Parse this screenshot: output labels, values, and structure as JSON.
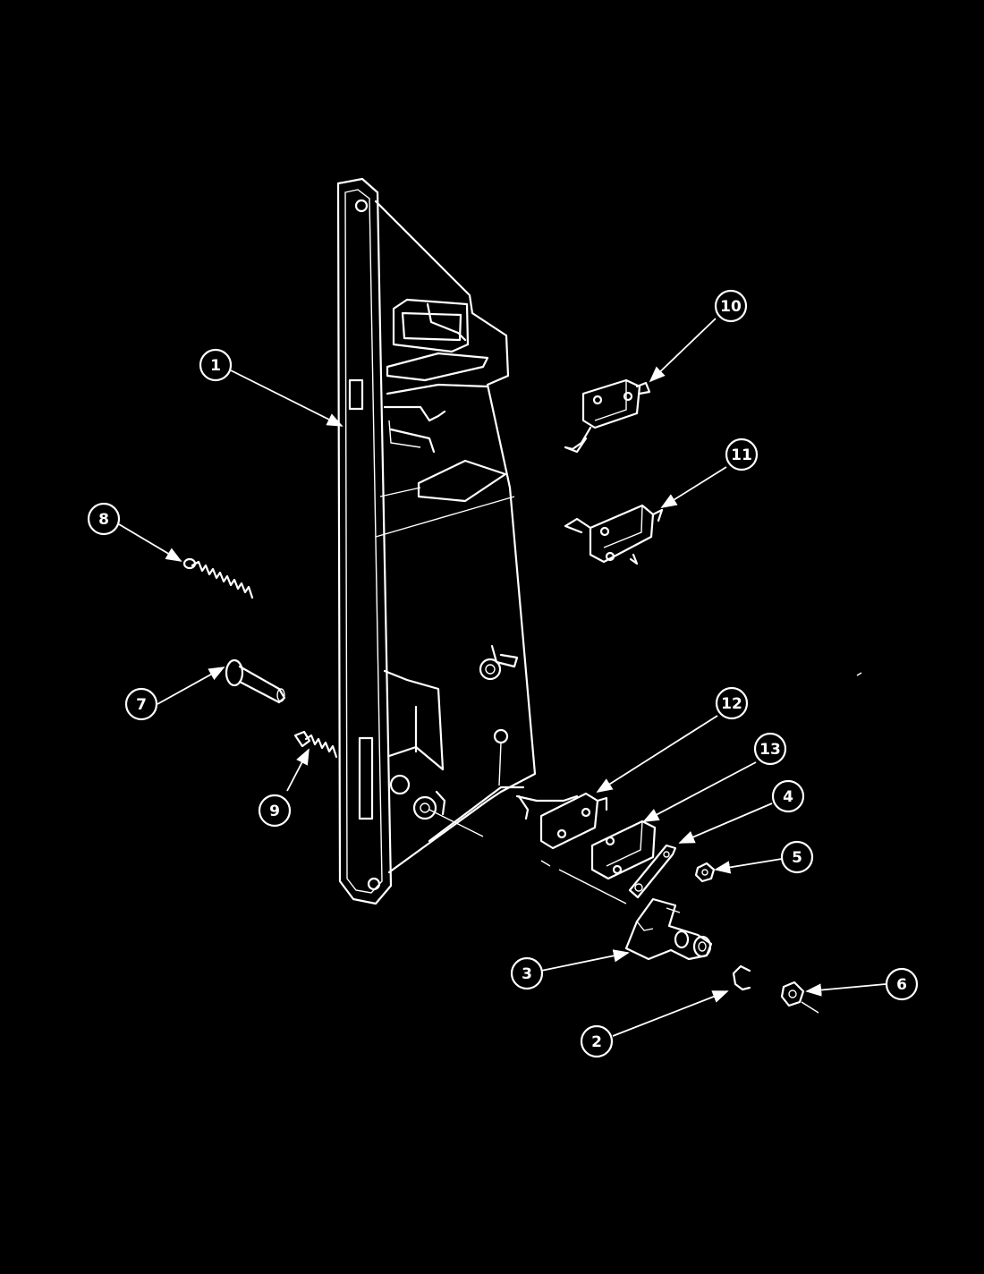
{
  "diagram": {
    "background": "#000000",
    "foreground": "#ffffff",
    "callouts": [
      {
        "id": "1",
        "label": "1"
      },
      {
        "id": "2",
        "label": "2"
      },
      {
        "id": "3",
        "label": "3"
      },
      {
        "id": "4",
        "label": "4"
      },
      {
        "id": "5",
        "label": "5"
      },
      {
        "id": "6",
        "label": "6"
      },
      {
        "id": "7",
        "label": "7"
      },
      {
        "id": "8",
        "label": "8"
      },
      {
        "id": "9",
        "label": "9"
      },
      {
        "id": "10",
        "label": "10"
      },
      {
        "id": "11",
        "label": "11"
      },
      {
        "id": "12",
        "label": "12"
      },
      {
        "id": "13",
        "label": "13"
      }
    ]
  }
}
